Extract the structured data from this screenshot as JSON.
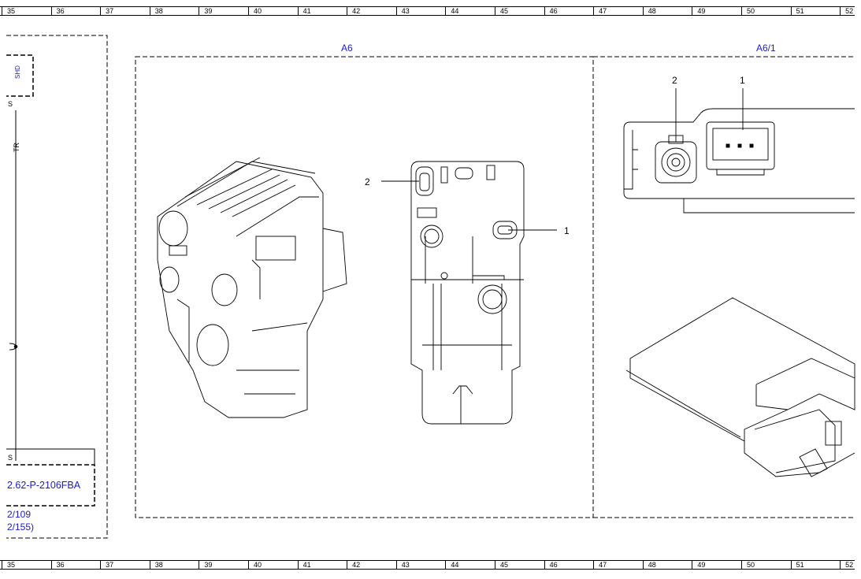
{
  "ruler": {
    "numbers": [
      "35",
      "36",
      "37",
      "38",
      "39",
      "40",
      "41",
      "42",
      "43",
      "44",
      "45",
      "46",
      "47",
      "48",
      "49",
      "50",
      "51",
      "52"
    ]
  },
  "panels": {
    "a6_title": "A6",
    "a61_title": "A6/1"
  },
  "left": {
    "shd": "SHD",
    "s_top": "S",
    "tr": "TR",
    "s_bottom": "S",
    "ref": "2.62-P-2106FBA",
    "line1": "2/109",
    "line2": "2/155)"
  },
  "callouts": {
    "a6_c2": "2",
    "a6_c1": "1",
    "a61_c2": "2",
    "a61_c1": "1"
  },
  "colors": {
    "blue": "#1a1acc"
  }
}
